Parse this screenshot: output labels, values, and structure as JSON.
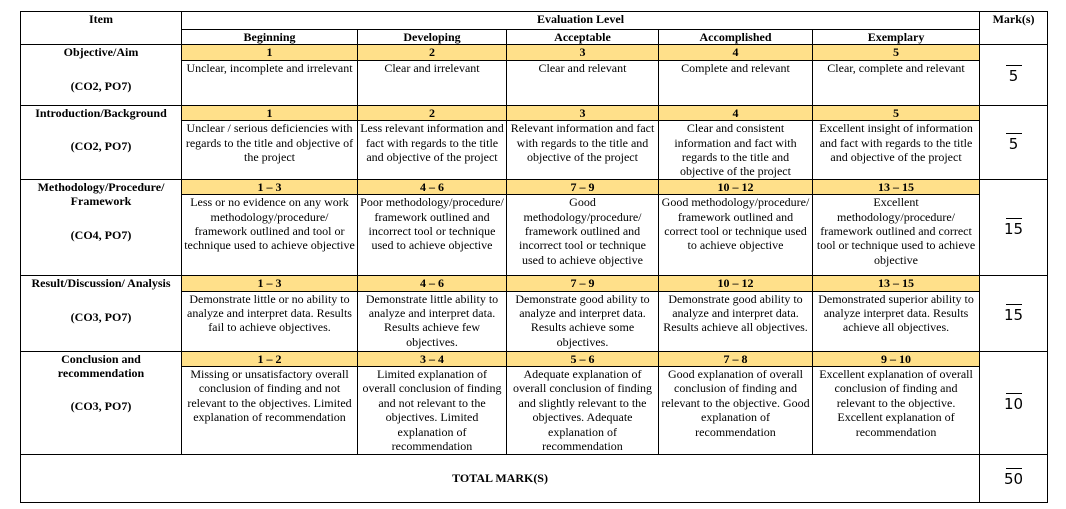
{
  "header": {
    "item": "Item",
    "evaluation_level": "Evaluation Level",
    "marks": "Mark(s)",
    "levels": [
      "Beginning",
      "Developing",
      "Acceptable",
      "Accomplished",
      "Exemplary"
    ]
  },
  "rows": [
    {
      "title": "Objective/Aim",
      "code": "(CO2, PO7)",
      "scores": [
        "1",
        "2",
        "3",
        "4",
        "5"
      ],
      "descriptions": [
        "Unclear, incomplete and irrelevant",
        "Clear and irrelevant",
        "Clear and relevant",
        "Complete and relevant",
        "Clear, complete and relevant"
      ],
      "max_mark": "5"
    },
    {
      "title": "Introduction/Background",
      "code": "(CO2, PO7)",
      "scores": [
        "1",
        "2",
        "3",
        "4",
        "5"
      ],
      "descriptions": [
        "Unclear / serious deficiencies with regards to the title and objective of the project",
        "Less relevant information and fact with regards to the title and objective of the project",
        "Relevant information and fact with regards to the title and objective of the project",
        "Clear and consistent information and fact with regards to the title and objective of the project",
        "Excellent insight of information and fact with regards to the title and objective of the project"
      ],
      "max_mark": "5"
    },
    {
      "title": "Methodology/Procedure/ Framework",
      "code": "(CO4, PO7)",
      "scores": [
        "1 – 3",
        "4 – 6",
        "7 – 9",
        "10 – 12",
        "13 – 15"
      ],
      "descriptions": [
        "Less or no evidence on any work methodology/procedure/ framework outlined and tool or technique used to achieve objective",
        "Poor methodology/procedure/ framework outlined and incorrect tool or technique used to achieve objective",
        "Good methodology/procedure/ framework outlined and incorrect tool or technique used to achieve objective",
        "Good methodology/procedure/ framework outlined and correct tool or technique used to achieve objective",
        "Excellent methodology/procedure/ framework outlined and correct tool or technique used to achieve objective"
      ],
      "max_mark": "15"
    },
    {
      "title": "Result/Discussion/ Analysis",
      "code": "(CO3, PO7)",
      "scores": [
        "1 – 3",
        "4 – 6",
        "7 – 9",
        "10 – 12",
        "13 – 15"
      ],
      "descriptions": [
        "Demonstrate little or no ability to analyze and interpret data. Results fail to achieve objectives.",
        "Demonstrate little ability to analyze and interpret data. Results achieve few objectives.",
        "Demonstrate good ability to analyze and interpret data. Results achieve some objectives.",
        "Demonstrate good ability to analyze and interpret data. Results achieve all objectives.",
        "Demonstrated superior ability to analyze interpret data. Results achieve all objectives."
      ],
      "max_mark": "15"
    },
    {
      "title": "Conclusion and recommendation",
      "code": "(CO3, PO7)",
      "scores": [
        "1 – 2",
        "3 – 4",
        "5 – 6",
        "7 – 8",
        "9 – 10"
      ],
      "descriptions": [
        "Missing or unsatisfactory overall conclusion of finding and not relevant to the objectives. Limited explanation of recommendation",
        "Limited explanation of overall conclusion of finding and not relevant to the objectives. Limited explanation of recommendation",
        "Adequate explanation of overall conclusion of finding and slightly relevant to the objectives. Adequate explanation of recommendation",
        "Good explanation of overall conclusion of finding and relevant to the objective. Good explanation of recommendation",
        "Excellent explanation of overall conclusion of finding and relevant to the objective. Excellent explanation of recommendation"
      ],
      "max_mark": "10"
    }
  ],
  "total": {
    "label": "TOTAL MARK(S)",
    "max_mark": "50"
  }
}
